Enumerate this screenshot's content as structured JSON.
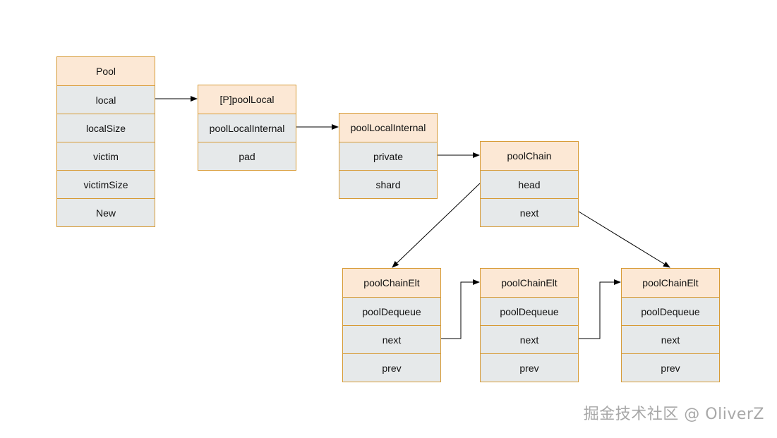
{
  "structs": {
    "pool": {
      "title": "Pool",
      "fields": [
        "local",
        "localSize",
        "victim",
        "victimSize",
        "New"
      ]
    },
    "pool_local": {
      "title": "[P]poolLocal",
      "fields": [
        "poolLocalInternal",
        "pad"
      ]
    },
    "pool_local_internal": {
      "title": "poolLocalInternal",
      "fields": [
        "private",
        "shard"
      ]
    },
    "pool_chain": {
      "title": "poolChain",
      "fields": [
        "head",
        "next"
      ]
    },
    "elt_1": {
      "title": "poolChainElt",
      "fields": [
        "poolDequeue",
        "next",
        "prev"
      ]
    },
    "elt_2": {
      "title": "poolChainElt",
      "fields": [
        "poolDequeue",
        "next",
        "prev"
      ]
    },
    "elt_3": {
      "title": "poolChainElt",
      "fields": [
        "poolDequeue",
        "next",
        "prev"
      ]
    }
  },
  "watermark": "掘金技术社区 @ OliverZ",
  "colors": {
    "border": "#d79b36",
    "header_fill": "#fce8d5",
    "field_fill": "#e6e9ea",
    "arrow": "#000000"
  }
}
